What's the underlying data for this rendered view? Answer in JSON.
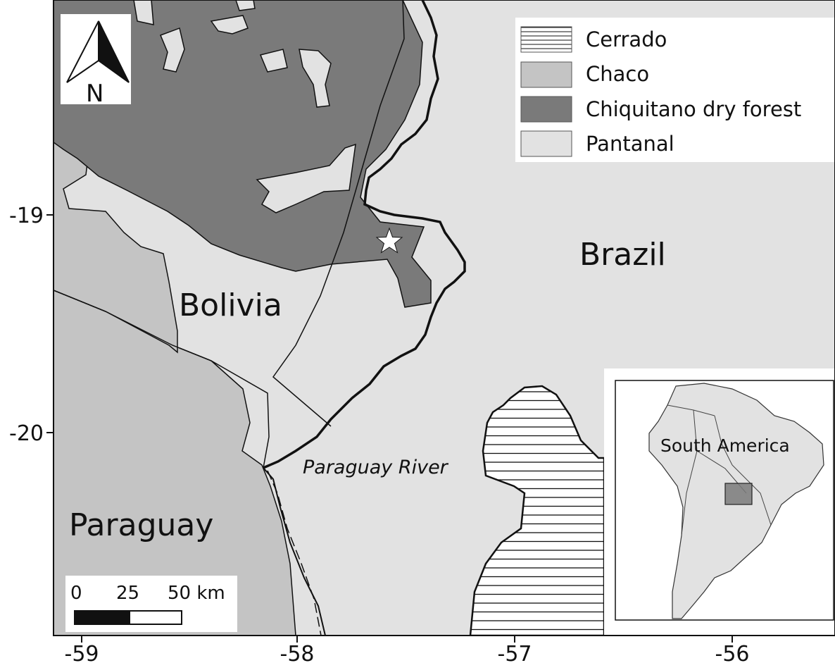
{
  "colors": {
    "pantanal": "#e2e2e2",
    "chaco": "#c4c4c4",
    "chiquitano": "#7a7a7a",
    "cerrado_fill": "#ffffff",
    "border": "#111111"
  },
  "axes": {
    "x_ticks": [
      "-59",
      "-58",
      "-57",
      "-56"
    ],
    "y_ticks": [
      "-19",
      "-20"
    ]
  },
  "north_arrow": {
    "label": "N",
    "icon": "north-arrow-icon"
  },
  "legend": {
    "items": [
      {
        "label": "Cerrado",
        "swatch": "horizontal-hatch"
      },
      {
        "label": "Chaco",
        "swatch": "#c4c4c4"
      },
      {
        "label": "Chiquitano dry forest",
        "swatch": "#7a7a7a"
      },
      {
        "label": "Pantanal",
        "swatch": "#e2e2e2"
      }
    ]
  },
  "labels": {
    "brazil": "Brazil",
    "bolivia": "Bolivia",
    "paraguay": "Paraguay",
    "river": "Paraguay River"
  },
  "scale_bar": {
    "label_0": "0",
    "label_25": "25",
    "label_50": "50 km"
  },
  "inset": {
    "label": "South America"
  },
  "study_site": {
    "icon": "star-icon"
  }
}
